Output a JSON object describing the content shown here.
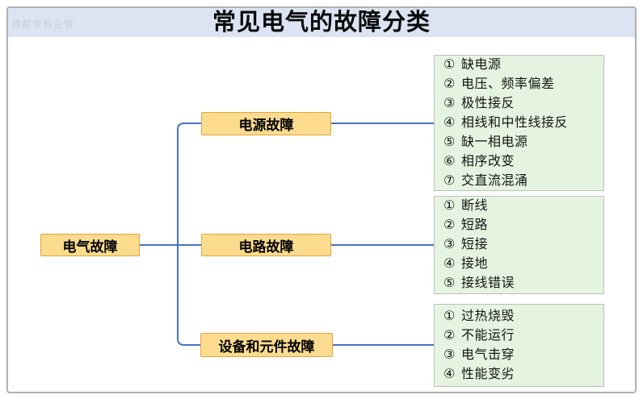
{
  "watermark": "成都华标企管",
  "header": {
    "title": "常见电气的故障分类"
  },
  "root": {
    "label": "电气故障"
  },
  "markers": [
    "①",
    "②",
    "③",
    "④",
    "⑤",
    "⑥",
    "⑦"
  ],
  "branches": [
    {
      "label": "电源故障",
      "items": [
        "缺电源",
        "电压、频率偏差",
        "极性接反",
        "相线和中性线接反",
        "缺一相电源",
        "相序改变",
        "交直流混涌"
      ]
    },
    {
      "label": "电路故障",
      "items": [
        "断线",
        "短路",
        "短接",
        "接地",
        "接线错误"
      ]
    },
    {
      "label": "设备和元件故障",
      "items": [
        "过热烧毁",
        "不能运行",
        "电气击穿",
        "性能变劣"
      ]
    }
  ],
  "colors": {
    "header_bg": "#dce3f2",
    "node_fill": "#fbdc8e",
    "node_border": "#e2a43e",
    "list_fill": "#e5f4e1",
    "list_border": "#b9c2b9",
    "connector": "#4273c4",
    "page_border": "#b0b0b0",
    "watermark": "#c5cfe2",
    "text": "#111111"
  }
}
